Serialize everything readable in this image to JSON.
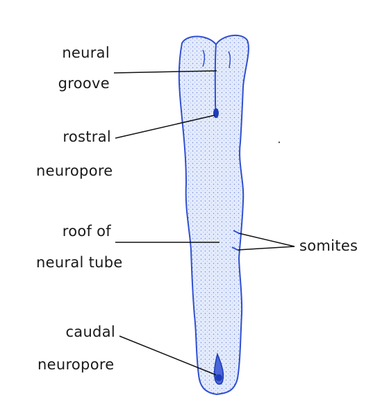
{
  "diagram": {
    "labels": {
      "neural_groove_line1": "neural",
      "neural_groove_line2": "groove",
      "rostral_line1": "rostral",
      "rostral_line2": "neuropore",
      "roof_line1": "roof of",
      "roof_line2": "neural tube",
      "somites": "somites",
      "caudal_line1": "caudal",
      "caudal_line2": "neuropore"
    },
    "colors": {
      "embryo_fill": "#dfe8fb",
      "embryo_outline": "#2f4fd0",
      "stipple": "#4a66d8",
      "pore": "#1f3bb8",
      "leader_line": "#111111",
      "text": "#1a1a1a"
    }
  }
}
